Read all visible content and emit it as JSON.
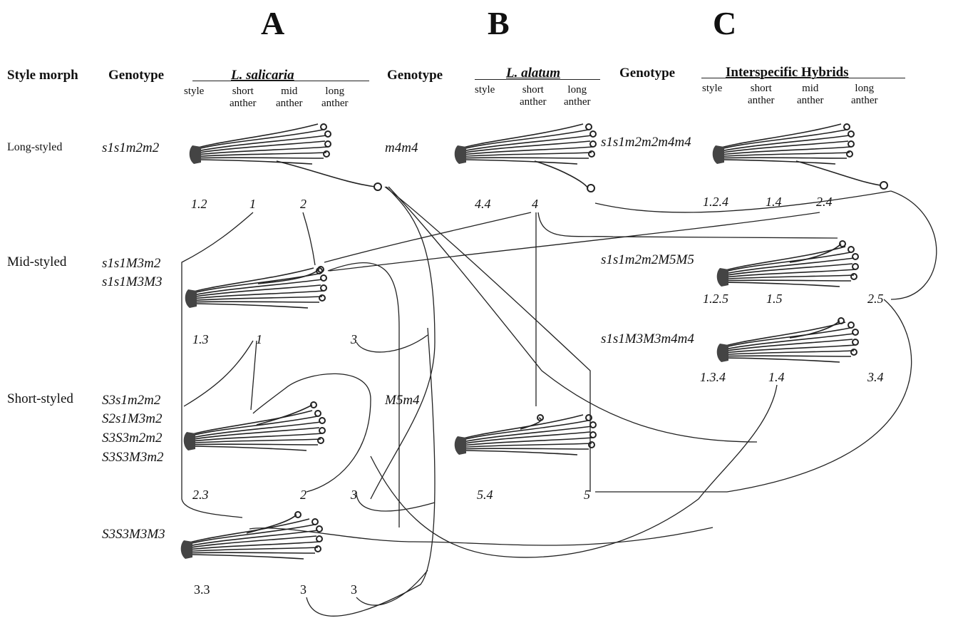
{
  "panels": {
    "a": "A",
    "b": "B",
    "c": "C"
  },
  "headers": {
    "style_morph": "Style morph",
    "genotype_a": "Genotype",
    "genotype_b": "Genotype",
    "genotype_c": "Genotype",
    "species_a": "L. salicaria",
    "species_b": "L. alatum",
    "species_c": "Interspecific Hybrids"
  },
  "subheaders": {
    "a": [
      "style",
      "short\nanther",
      "mid\nanther",
      "long\nanther"
    ],
    "b": [
      "style",
      "short\nanther",
      "long\nanther"
    ],
    "c": [
      "style",
      "short\nanther",
      "mid\nanther",
      "long\nanther"
    ]
  },
  "morphs": {
    "long": "Long-styled",
    "mid": "Mid-styled",
    "short": "Short-styled"
  },
  "genotypes": {
    "a_long": "s1s1m2m2",
    "a_mid_1": "s1s1M3m2",
    "a_mid_2": "s1s1M3M3",
    "a_short_1": "S3s1m2m2",
    "a_short_2": "S2s1M3m2",
    "a_short_3": "S3S3m2m2",
    "a_short_4": "S3S3M3m2",
    "a_bottom": "S3S3M3M3",
    "b_long": "m4m4",
    "b_short": "M5m4",
    "c_long": "s1s1m2m2m4m4",
    "c_mid": "s1s1m2m2M5M5",
    "c_short": "s1s1M3M3m4m4"
  },
  "codes": {
    "a_long": [
      "1.2",
      "1",
      "2"
    ],
    "a_mid": [
      "1.3",
      "1",
      "3"
    ],
    "a_short": [
      "2.3",
      "2",
      "3"
    ],
    "a_bottom": [
      "3.3",
      "3",
      "3"
    ],
    "b_long": [
      "4.4",
      "4"
    ],
    "b_short": [
      "5.4",
      "5"
    ],
    "c_long": [
      "1.2.4",
      "1.4",
      "2.4"
    ],
    "c_mid": [
      "1.2.5",
      "1.5",
      "2.5"
    ],
    "c_short": [
      "1.3.4",
      "1.4",
      "3.4"
    ]
  },
  "colors": {
    "ink": "#111111",
    "background": "#ffffff"
  },
  "icons": [
    "flower-long-styled",
    "flower-mid-styled",
    "flower-short-styled"
  ]
}
